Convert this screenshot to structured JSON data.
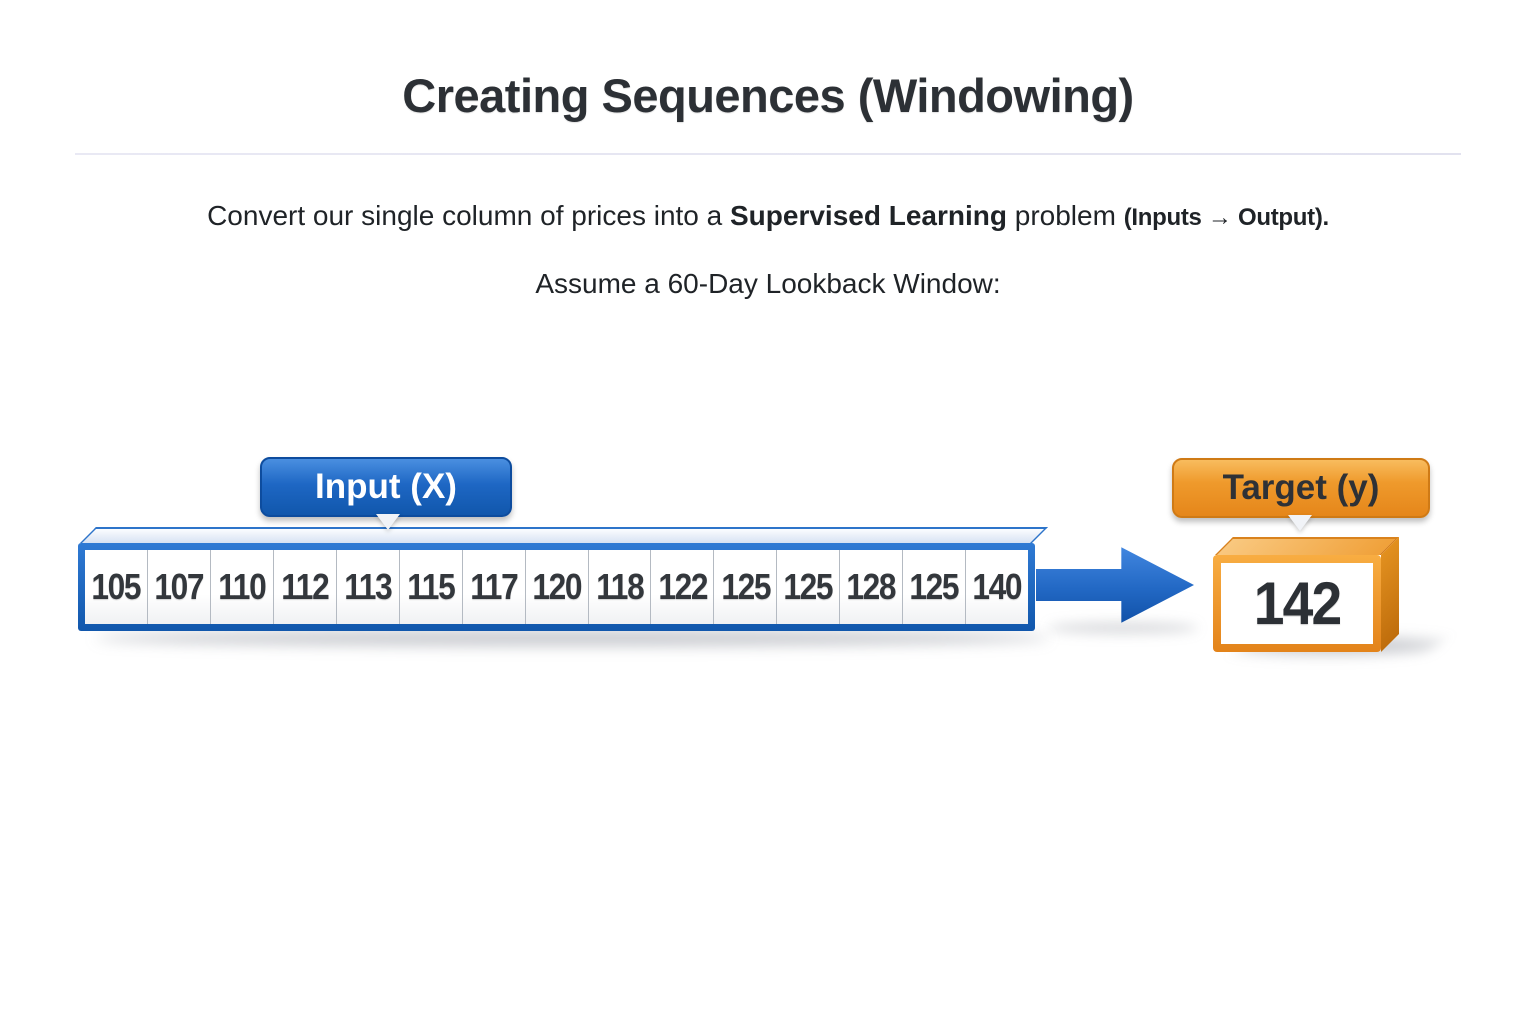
{
  "title": "Creating Sequences (Windowing)",
  "intro": {
    "part1": "Convert our single column of prices into a ",
    "emphasis": "Supervised Learning",
    "part2": " problem ",
    "parenthetical": "(Inputs → Output).",
    "line2": "Assume a 60-Day Lookback Window:"
  },
  "diagram": {
    "input_label": "Input (X)",
    "target_label": "Target (y)",
    "input_values": [
      "105",
      "107",
      "110",
      "112",
      "113",
      "115",
      "117",
      "120",
      "118",
      "122",
      "125",
      "125",
      "128",
      "125",
      "140"
    ],
    "target_value": "142",
    "icons": {
      "arrow": "arrow-right"
    },
    "colors": {
      "input_blue": "#1d64c0",
      "input_blue_border": "#0d4c9e",
      "target_orange": "#ef9a2c",
      "target_orange_border": "#cf7a15",
      "cell_text": "#33373c",
      "title_text": "#2c3035"
    }
  }
}
